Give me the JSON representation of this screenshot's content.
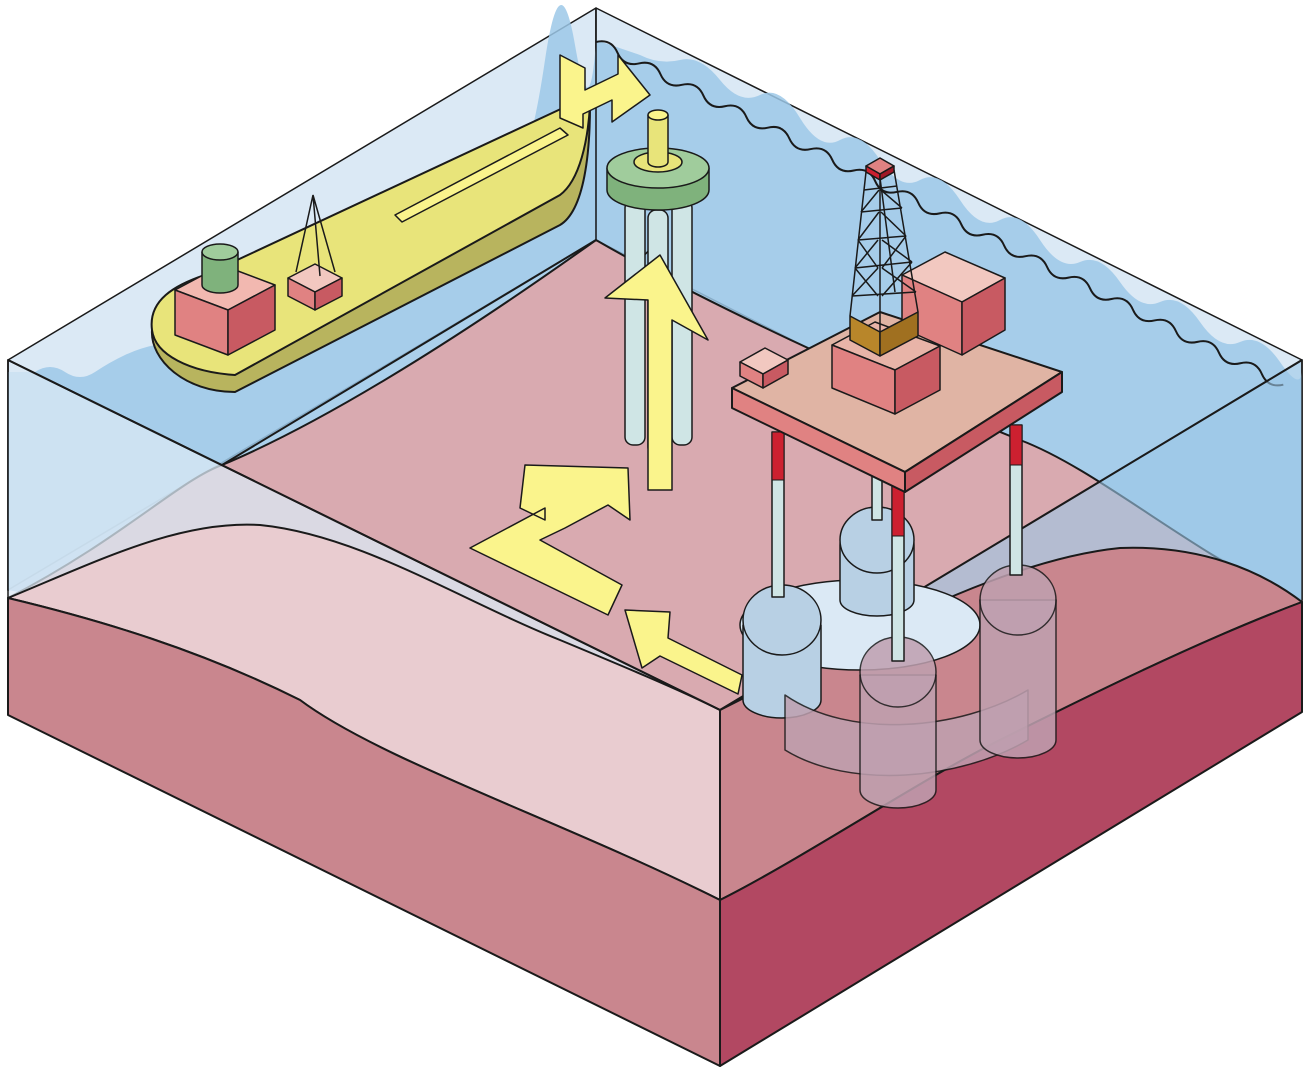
{
  "diagram": {
    "kind": "isometric offshore oil production block diagram",
    "elements": [
      "sea-water",
      "seabed",
      "shuttle-tanker",
      "loading-buoy",
      "gravity-base-platform",
      "oil-storage-tanks",
      "oil-flow-arrows"
    ]
  },
  "colors": {
    "sea": "#9cc8e8",
    "sea_light": "#dbe9f5",
    "seabed_top": "#d9aab0",
    "seabed_front_left": "#c9868e",
    "seabed_front_right": "#b24862",
    "sediment_light": "#e9ccd0",
    "tanker_hull": "#e8e47a",
    "tanker_hull_side": "#b8b45e",
    "arrow": "#faf48c",
    "buoy_green": "#a0cc9c",
    "buoy_legs": "#cfe5e5",
    "platform_deck": "#e0b4a4",
    "module_red": "#e08282",
    "module_dark": "#c85a62",
    "derrick_base": "#b8862a",
    "leg_red": "#cc2030",
    "tank_blue": "#b8d0e4",
    "ink": "#1a1a1a"
  }
}
